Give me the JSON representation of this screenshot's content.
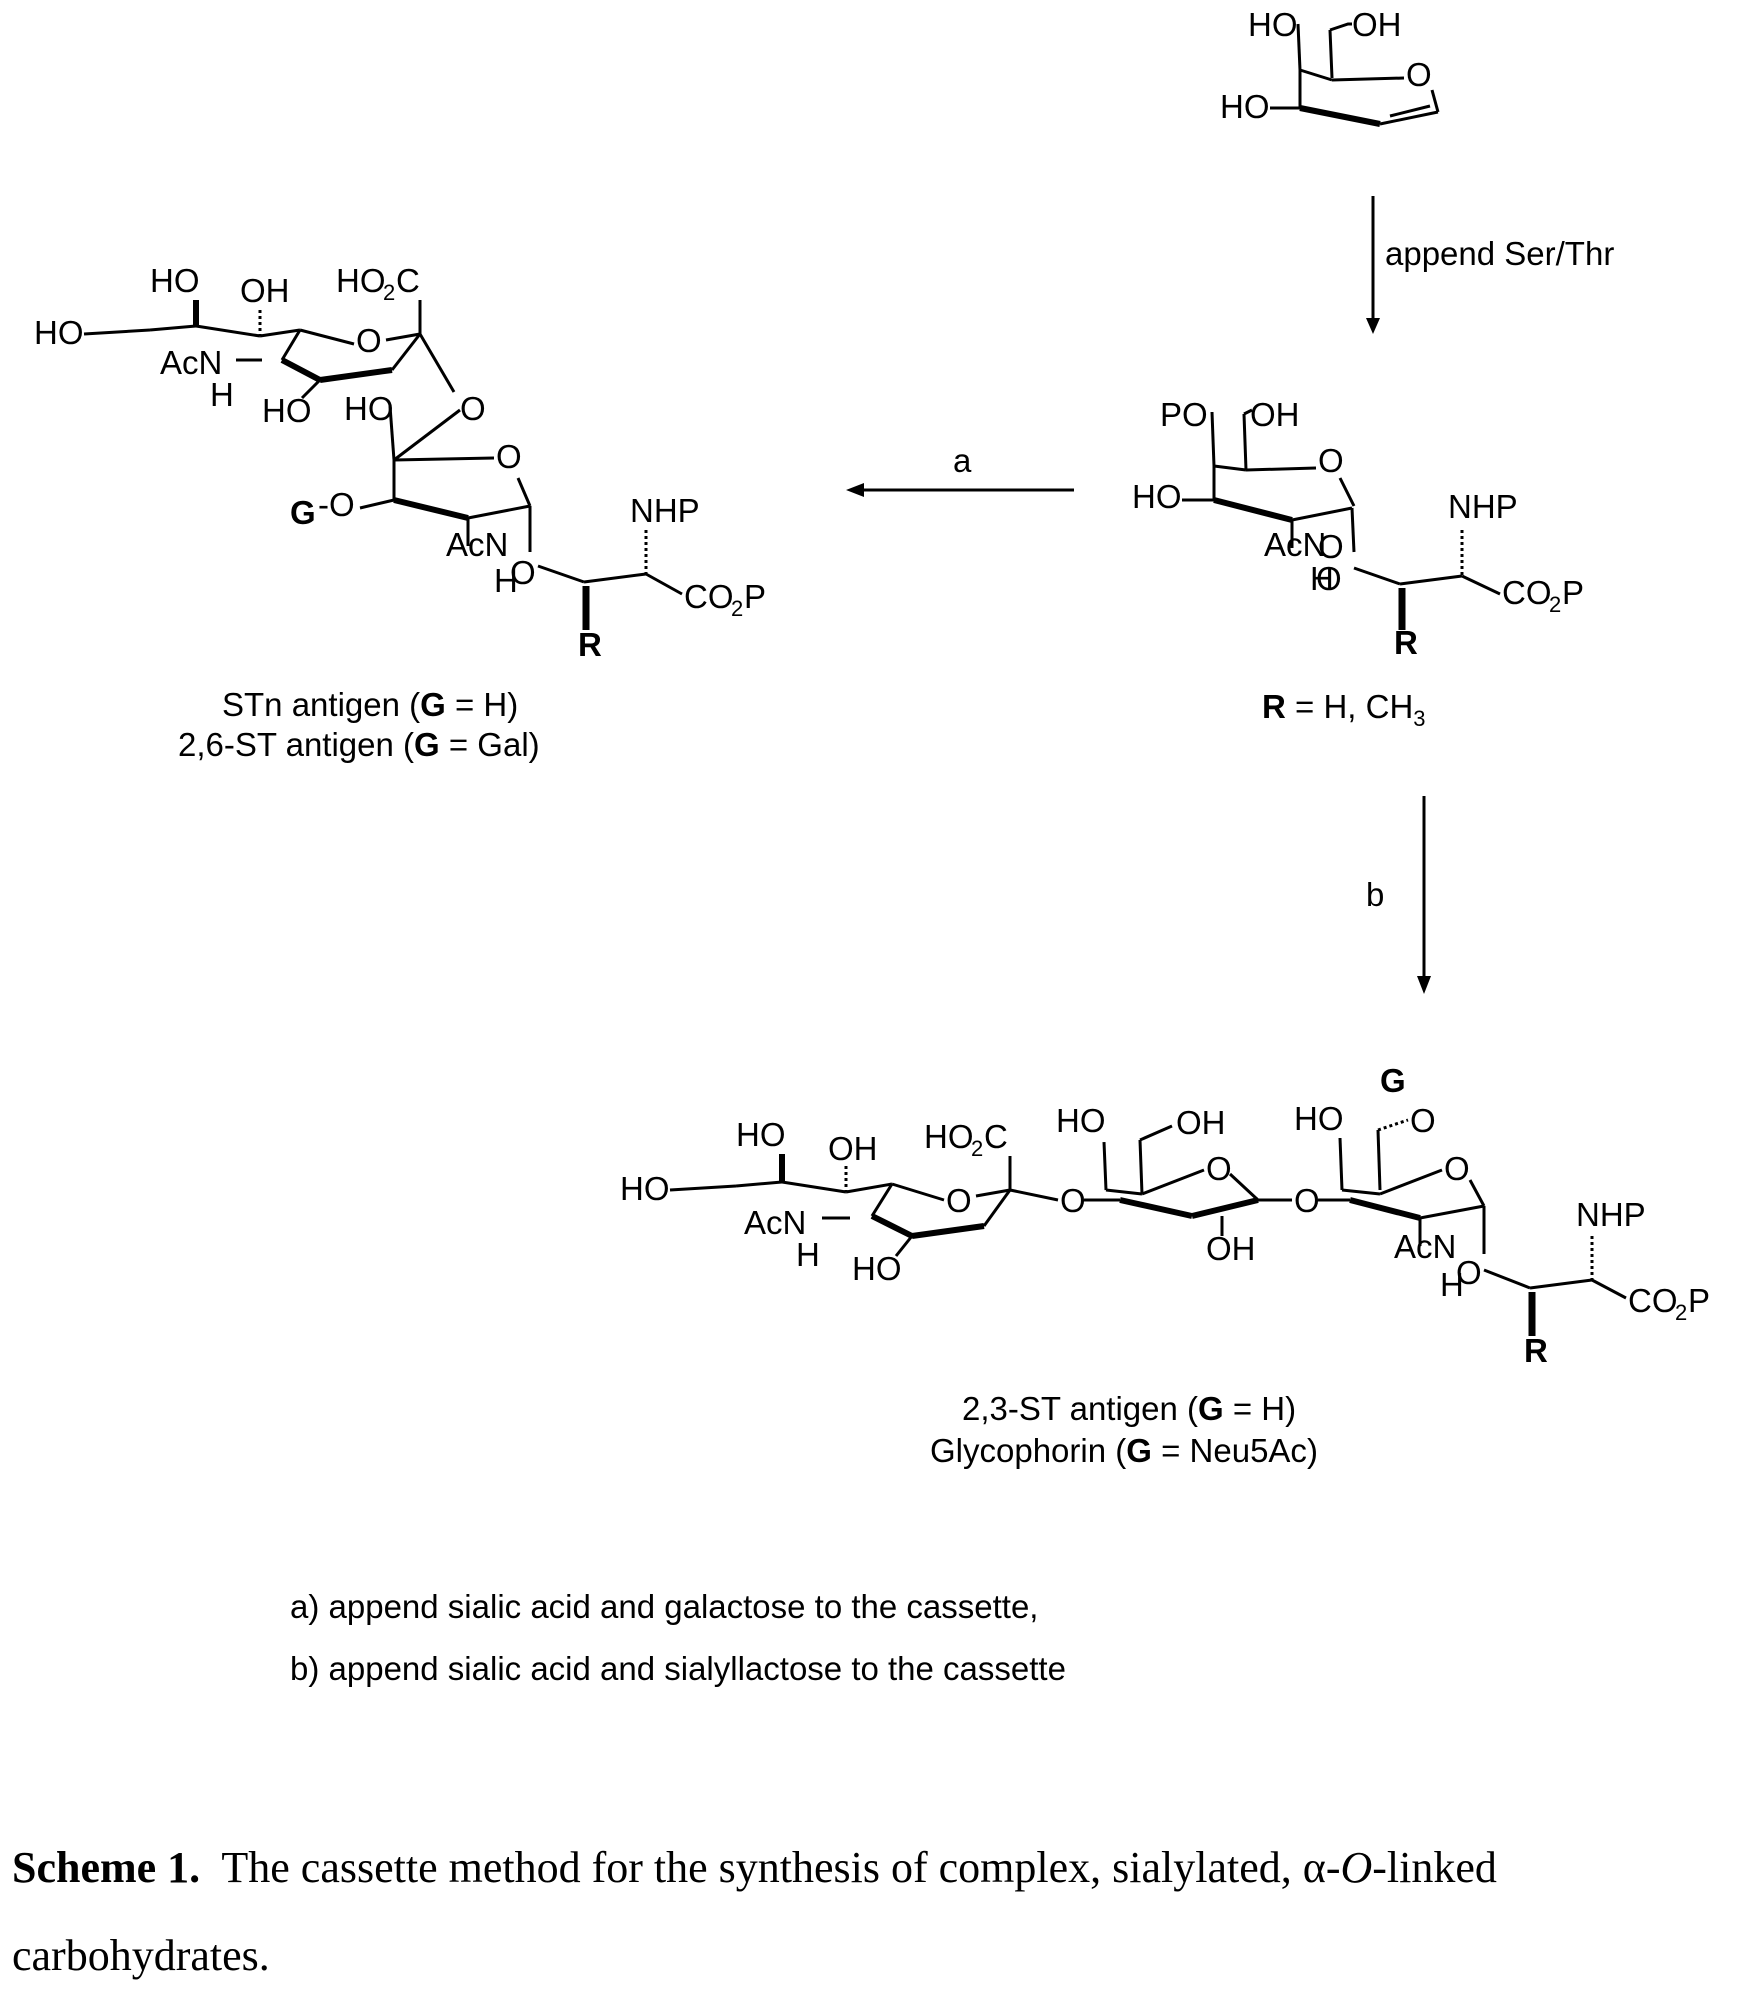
{
  "reagents": {
    "arrow_down_top": "append Ser/Thr",
    "arrow_a": "a",
    "arrow_b": "b"
  },
  "labels": {
    "intermediate": {
      "bold": "R",
      "rest": " = H, CH"
    },
    "stn_line1_pre": "STn antigen (",
    "stn_line1_post": ")",
    "stn_g_value": " = H",
    "st26_line_pre": "2,6-ST antigen (",
    "st26_g_value": " = Gal",
    "st23_line_pre": "2,3-ST antigen (",
    "st23_g_value": " = H",
    "glyco_line_pre": "Glycophorin (",
    "glyco_g_value": " = Neu5Ac",
    "G": "G",
    "R": "R"
  },
  "footnotes": {
    "a": "a)  append sialic acid and galactose to the cassette,",
    "b": "b)  append sialic acid and sialyllactose to the cassette"
  },
  "caption": {
    "bold": "Scheme 1.",
    "text_before_alpha": "  The cassette method for the synthesis of complex, sialylated, ",
    "alpha": "α",
    "dash": "-",
    "O": "O",
    "text_after": "-linked",
    "line2": "carbohydrates."
  },
  "chem_text": {
    "HO": "HO",
    "OH": "OH",
    "O": "O",
    "AcN": "AcN",
    "H": "H",
    "NHP": "NHP",
    "CO2P": "CO",
    "P": "P",
    "PO": "PO",
    "HO2C": "HO",
    "C": "C",
    "G_O": "G-O"
  }
}
